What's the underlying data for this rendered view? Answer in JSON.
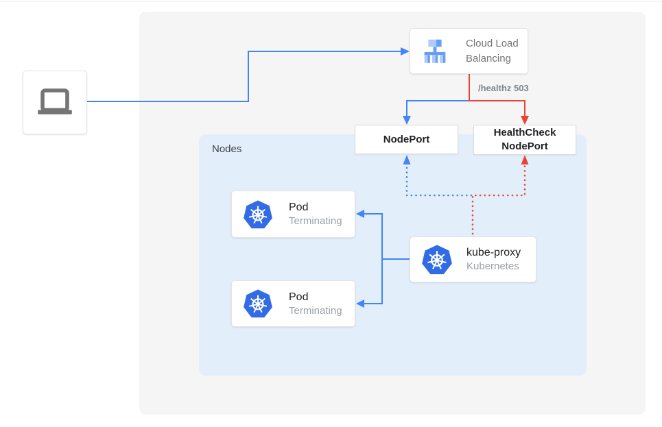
{
  "diagram": {
    "nodes_label": "Nodes",
    "clb": {
      "title": "Cloud Load Balancing"
    },
    "healthz_label": "/healthz 503",
    "nodeport": {
      "label": "NodePort"
    },
    "healthcheck_nodeport": {
      "line1": "HealthCheck",
      "line2": "NodePort"
    },
    "pods": [
      {
        "title": "Pod",
        "subtitle": "Terminating"
      },
      {
        "title": "Pod",
        "subtitle": "Terminating"
      }
    ],
    "kube_proxy": {
      "title": "kube-proxy",
      "subtitle": "Kubernetes"
    }
  },
  "icons": {
    "client": "laptop-icon",
    "clb": "cloud-load-balancing-icon",
    "pod": "kubernetes-icon",
    "kube_proxy": "kubernetes-icon"
  },
  "colors": {
    "edge_blue": "#4285F4",
    "edge_red": "#EA4335",
    "panel_bg": "#F5F5F5",
    "nodes_bg": "#E2EFFB",
    "kubernetes_blue": "#326CE5",
    "lb_icon_light": "#AECBFA",
    "lb_icon_medium": "#669DF6",
    "laptop_gray": "#757575"
  }
}
